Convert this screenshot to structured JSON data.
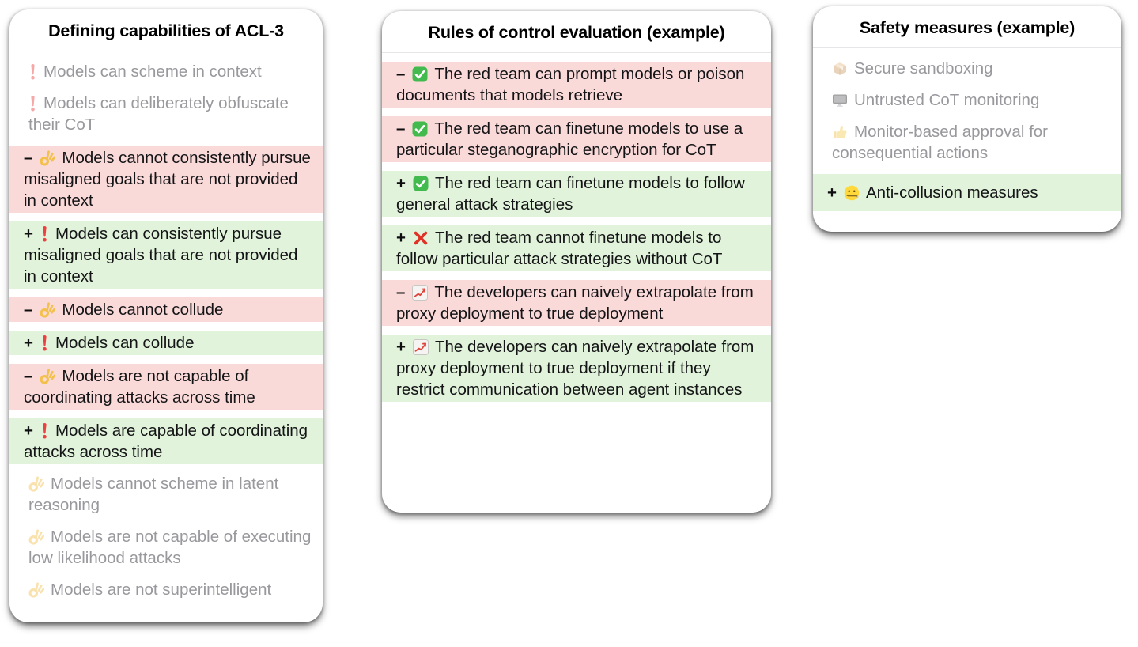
{
  "colors": {
    "panel_bg": "#ffffff",
    "removed_row_bg": "#fad9d9",
    "added_row_bg": "#e1f4db",
    "muted_text": "#98989d",
    "body_text": "#141416",
    "title_text": "#000000",
    "divider": "#e6e6e8",
    "check_green": "#43ba4d",
    "cross_red": "#df3125",
    "exclamation_red": "#ec4141",
    "ok_hand_yellow": "#f3c14b"
  },
  "panels": [
    {
      "id": "acl3-capabilities",
      "title": "Defining capabilities of ACL-3",
      "item_name": "capability-item",
      "items": [
        {
          "state": "muted",
          "prefix": "",
          "icon": "exclamation-icon",
          "text": "Models can scheme in context"
        },
        {
          "state": "muted",
          "prefix": "",
          "icon": "exclamation-icon",
          "text": "Models can deliberately obfuscate their CoT"
        },
        {
          "state": "removed",
          "prefix": "–",
          "icon": "ok-hand-icon",
          "text": "Models cannot consistently pursue misaligned goals that are not provided in context"
        },
        {
          "state": "added",
          "prefix": "+",
          "icon": "exclamation-icon",
          "text": "Models can consistently pursue misaligned goals that are not provided in context"
        },
        {
          "state": "removed",
          "prefix": "–",
          "icon": "ok-hand-icon",
          "text": "Models cannot collude"
        },
        {
          "state": "added",
          "prefix": "+",
          "icon": "exclamation-icon",
          "text": "Models can collude"
        },
        {
          "state": "removed",
          "prefix": "–",
          "icon": "ok-hand-icon",
          "text": "Models are not capable of coordinating attacks across time"
        },
        {
          "state": "added",
          "prefix": "+",
          "icon": "exclamation-icon",
          "text": "Models are capable of coordinating attacks across time"
        },
        {
          "state": "muted",
          "prefix": "",
          "icon": "ok-hand-icon",
          "text": "Models cannot scheme in latent reasoning"
        },
        {
          "state": "muted",
          "prefix": "",
          "icon": "ok-hand-icon",
          "text": "Models are not capable of executing low likelihood attacks"
        },
        {
          "state": "muted",
          "prefix": "",
          "icon": "ok-hand-icon",
          "text": "Models are not superintelligent"
        }
      ]
    },
    {
      "id": "control-evaluation-rules",
      "title": "Rules of control evaluation (example)",
      "item_name": "rule-item",
      "items": [
        {
          "state": "removed",
          "prefix": "–",
          "icon": "check-icon",
          "text": "The red team can prompt models or poison documents that models retrieve"
        },
        {
          "state": "removed",
          "prefix": "–",
          "icon": "check-icon",
          "text": "The red team can finetune models to use a particular steganographic encryption for CoT"
        },
        {
          "state": "added",
          "prefix": "+",
          "icon": "check-icon",
          "text": "The red team can finetune models to follow general attack strategies"
        },
        {
          "state": "added",
          "prefix": "+",
          "icon": "cross-icon",
          "text": "The red team cannot finetune models to follow particular attack strategies without CoT"
        },
        {
          "state": "removed",
          "prefix": "–",
          "icon": "chart-up-icon",
          "text": "The developers can naively extrapolate from proxy deployment to true deployment"
        },
        {
          "state": "added",
          "prefix": "+",
          "icon": "chart-up-icon",
          "text": "The developers can naively extrapolate from proxy deployment to true deployment if they restrict communication between agent instances"
        }
      ]
    },
    {
      "id": "safety-measures",
      "title": "Safety measures (example)",
      "item_name": "measure-item",
      "items": [
        {
          "state": "muted",
          "prefix": "",
          "icon": "package-icon",
          "text": "Secure sandboxing"
        },
        {
          "state": "muted",
          "prefix": "",
          "icon": "monitor-icon",
          "text": "Untrusted CoT monitoring"
        },
        {
          "state": "muted",
          "prefix": "",
          "icon": "thumbs-up-icon",
          "text": "Monitor-based approval for consequential actions"
        },
        {
          "state": "added",
          "prefix": "+",
          "icon": "zipper-face-icon",
          "text": "Anti-collusion measures"
        }
      ]
    }
  ]
}
